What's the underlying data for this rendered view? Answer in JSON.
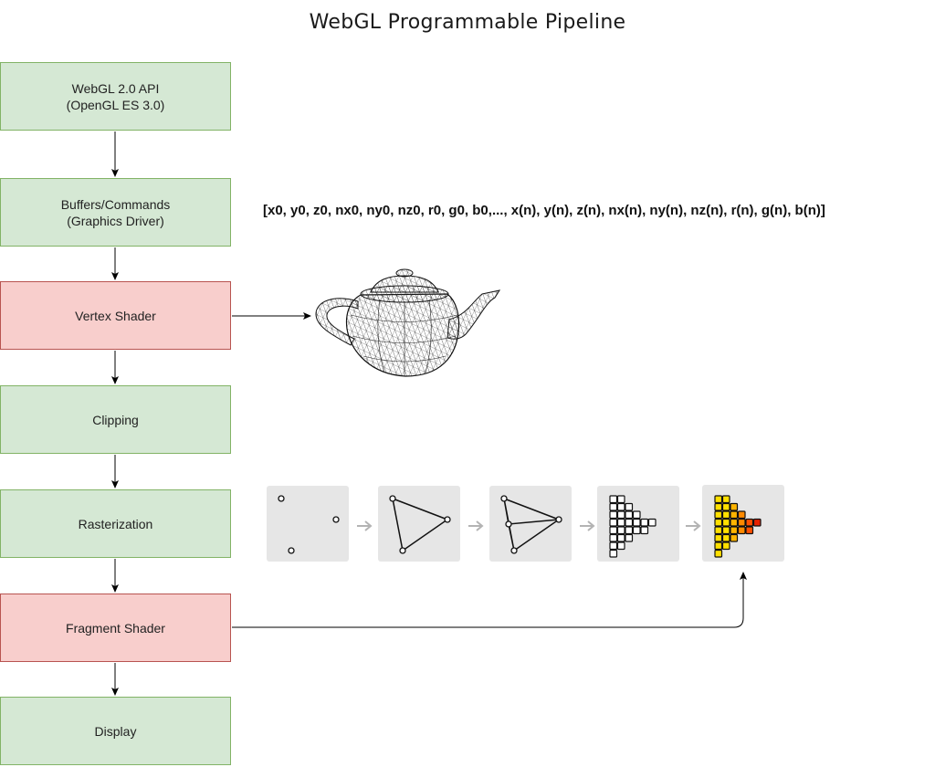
{
  "title": "WebGL Programmable Pipeline",
  "stages": [
    {
      "label": "WebGL 2.0 API\n(OpenGL ES 3.0)",
      "kind": "fixed"
    },
    {
      "label": "Buffers/Commands\n(Graphics Driver)",
      "kind": "fixed"
    },
    {
      "label": "Vertex Shader",
      "kind": "programmable"
    },
    {
      "label": "Clipping",
      "kind": "fixed"
    },
    {
      "label": "Rasterization",
      "kind": "fixed"
    },
    {
      "label": "Fragment Shader",
      "kind": "programmable"
    },
    {
      "label": "Display",
      "kind": "fixed"
    }
  ],
  "vertex_format": "[x0, y0, z0, nx0, ny0, nz0, r0, g0, b0,..., x(n), y(n), z(n), nx(n), ny(n), nz(n), r(n), g(n), b(n)]",
  "teapot_illustration": "wireframe-teapot",
  "rasterization_steps": [
    "vertices",
    "triangle",
    "triangle-subdivided",
    "pixel-grid",
    "shaded-fragments"
  ],
  "colors": {
    "fixed_fill": "#d5e8d4",
    "fixed_border": "#82b366",
    "programmable_fill": "#f8cecc",
    "programmable_border": "#b85450",
    "fragment_colors": [
      "#ffe000",
      "#ffb400",
      "#ff8a00",
      "#ff5000",
      "#e62000"
    ]
  }
}
